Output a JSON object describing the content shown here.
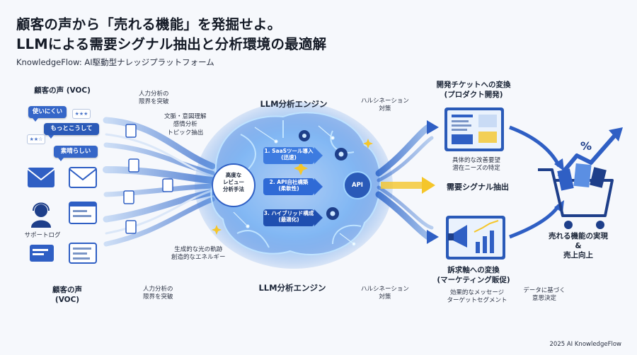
{
  "title": {
    "line1": "顧客の声から「売れる機能」を発掘せよ。",
    "line2": "LLMによる需要シグナル抽出と分析環境の最適解"
  },
  "subtitle": "KnowledgeFlow: AI駆動型ナレッジプラットフォーム",
  "left": {
    "voc_header": "顧客の声 (VOC)",
    "bubbles": [
      "使いにくい",
      "もっとこうして",
      "素晴らしい"
    ],
    "support_log": "サポートログ",
    "voc_bottom": "顧客の声\n(VOC)"
  },
  "annotations": {
    "limit_top": "人力分析の\n限界を突破",
    "context": "文脈・意図理解\n感情分析\nトピック抽出",
    "light": "生成的な光の軌跡\n創造的なエネルギー",
    "limit_bottom": "人力分析の\n限界を突破",
    "halluc_top": "ハルシネーション\n対策",
    "halluc_bottom": "ハルシネーション\n対策"
  },
  "engine": {
    "title_top": "LLM分析エンジン",
    "title_bottom": "LLM分析エンジン",
    "center": "高度な\nレビュー\n分析手法",
    "steps": [
      "1. SaaSツール導入\n(迅速)",
      "2. API自社構築\n(柔軟性)",
      "3. ハイブリッド構成\n(最適化)"
    ],
    "api_badge": "API"
  },
  "right": {
    "dev_header": "開発チケットへの変換\n(プロダクト開発)",
    "dev_detail": "具体的な改善要望\n潜在ニーズの特定",
    "signal": "需要シグナル抽出",
    "mkt_header": "訴求軸への変換\n(マーケティング販促)",
    "mkt_detail": "効果的なメッセージ\nターゲットセグメント",
    "data_decision": "データに基づく\n意思決定",
    "result": "売れる機能の実現\n&\n売上向上"
  },
  "footer": "2025 AI KnowledgeFlow",
  "colors": {
    "primary": "#2f5fc4",
    "dark": "#1e3f8a",
    "glow": "#7fc6ff",
    "accent": "#f5c62a"
  }
}
